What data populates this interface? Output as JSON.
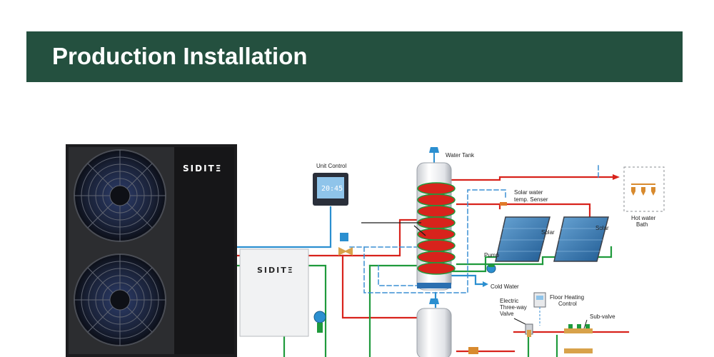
{
  "header": {
    "title": "Production Installation"
  },
  "colors": {
    "banner": "#24503f",
    "hot_pipe": "#d8231c",
    "cold_pipe": "#2b8fd0",
    "green_pipe": "#1f9a3c",
    "dashed_line": "#3a8fd4"
  },
  "diagram": {
    "heat_pump": {
      "brand": "SIDITΞ",
      "fans": [
        "fan-icon",
        "fan-icon"
      ]
    },
    "indoor_unit": {
      "brand": "SIDITΞ"
    },
    "unit_control": {
      "label": "Unit Control",
      "display": "20:45"
    },
    "water_tank": {
      "label": "Water Tank"
    },
    "solar_sensor": {
      "label_line1": "Solar water",
      "label_line2": "temp. Senser"
    },
    "solar_panel_1": {
      "label": "Solar"
    },
    "solar_panel_2": {
      "label": "Solar"
    },
    "pump": {
      "label": "Pump"
    },
    "cold_water": {
      "label": "Cold Water"
    },
    "hot_water_bath": {
      "label_line1": "Hot water",
      "label_line2": "Bath"
    },
    "three_way_valve": {
      "label_line1": "Electric",
      "label_line2": "Three-way",
      "label_line3": "Valve"
    },
    "floor_heating_control": {
      "label_line1": "Floor Heating",
      "label_line2": "Control"
    },
    "sub_valve": {
      "label": "Sub-valve"
    }
  }
}
